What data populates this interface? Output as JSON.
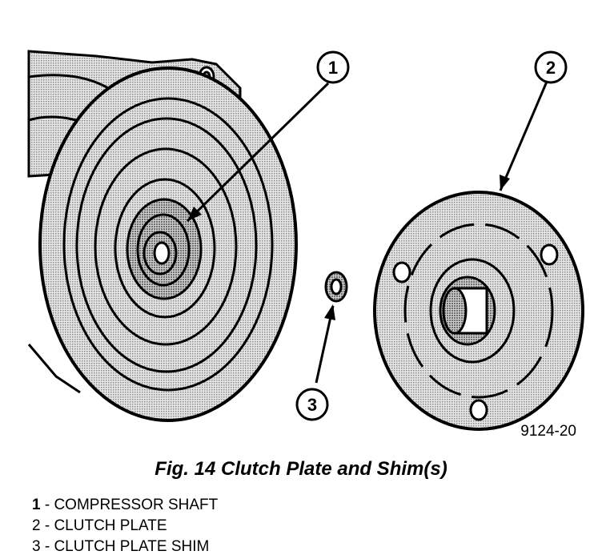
{
  "figure": {
    "callouts": [
      "1",
      "2",
      "3"
    ],
    "figure_id": "9124-20"
  },
  "caption": "Fig. 14 Clutch Plate and Shim(s)",
  "legend": [
    {
      "num": "1",
      "text": " - COMPRESSOR SHAFT"
    },
    {
      "num": "2",
      "text": " - CLUTCH PLATE"
    },
    {
      "num": "3",
      "text": " - CLUTCH PLATE SHIM"
    }
  ],
  "colors": {
    "line": "#000000",
    "shade": "#bdbdbd",
    "paper": "#ffffff"
  }
}
